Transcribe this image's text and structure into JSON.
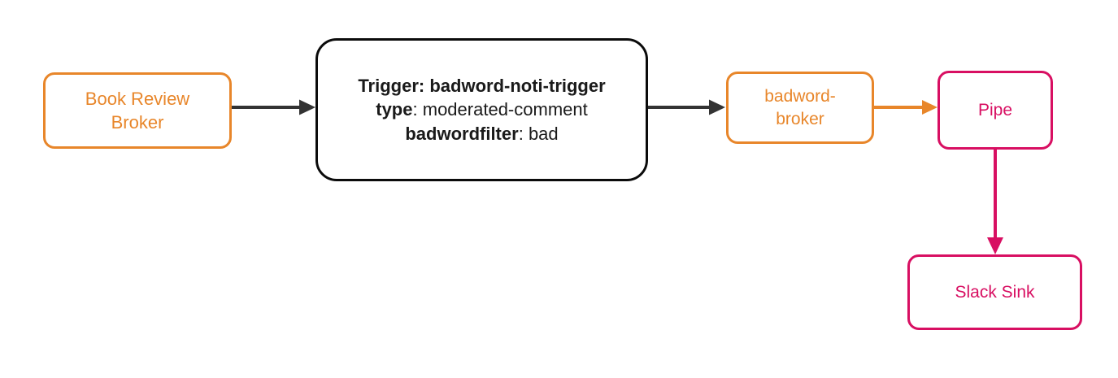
{
  "diagram": {
    "type": "flow-diagram",
    "background": "#ffffff",
    "colors": {
      "source_orange": "#E8862A",
      "broker_orange": "#E8862A",
      "sink_magenta": "#D80F62",
      "trigger_black": "#0b0b0b",
      "arrow_dark": "#333333"
    },
    "nodes": [
      {
        "id": "book-review-broker",
        "label_line1": "Book Review",
        "label_line2": "Broker",
        "style": "orange"
      },
      {
        "id": "badword-noti-trigger",
        "line1_key": "Trigger:",
        "line1_value": "badword-noti-trigger",
        "line2_key": "type",
        "line2_sep": ":",
        "line2_value": "moderated-comment",
        "line3_key": "badwordfilter",
        "line3_sep": ":",
        "line3_value": "bad",
        "style": "black"
      },
      {
        "id": "badword-broker",
        "label_line1": "badword-",
        "label_line2": "broker",
        "style": "orange"
      },
      {
        "id": "pipe",
        "label": "Pipe",
        "style": "magenta"
      },
      {
        "id": "slack-sink",
        "label": "Slack Sink",
        "style": "magenta"
      }
    ],
    "edges": [
      {
        "id": "edge-broker-to-trigger",
        "from": "book-review-broker",
        "to": "badword-noti-trigger",
        "color": "#333333",
        "direction": "right"
      },
      {
        "id": "edge-trigger-to-badword-broker",
        "from": "badword-noti-trigger",
        "to": "badword-broker",
        "color": "#333333",
        "direction": "right"
      },
      {
        "id": "edge-badword-broker-to-pipe",
        "from": "badword-broker",
        "to": "pipe",
        "color": "#E8862A",
        "direction": "right"
      },
      {
        "id": "edge-pipe-to-slack-sink",
        "from": "pipe",
        "to": "slack-sink",
        "color": "#D80F62",
        "direction": "down"
      }
    ]
  }
}
